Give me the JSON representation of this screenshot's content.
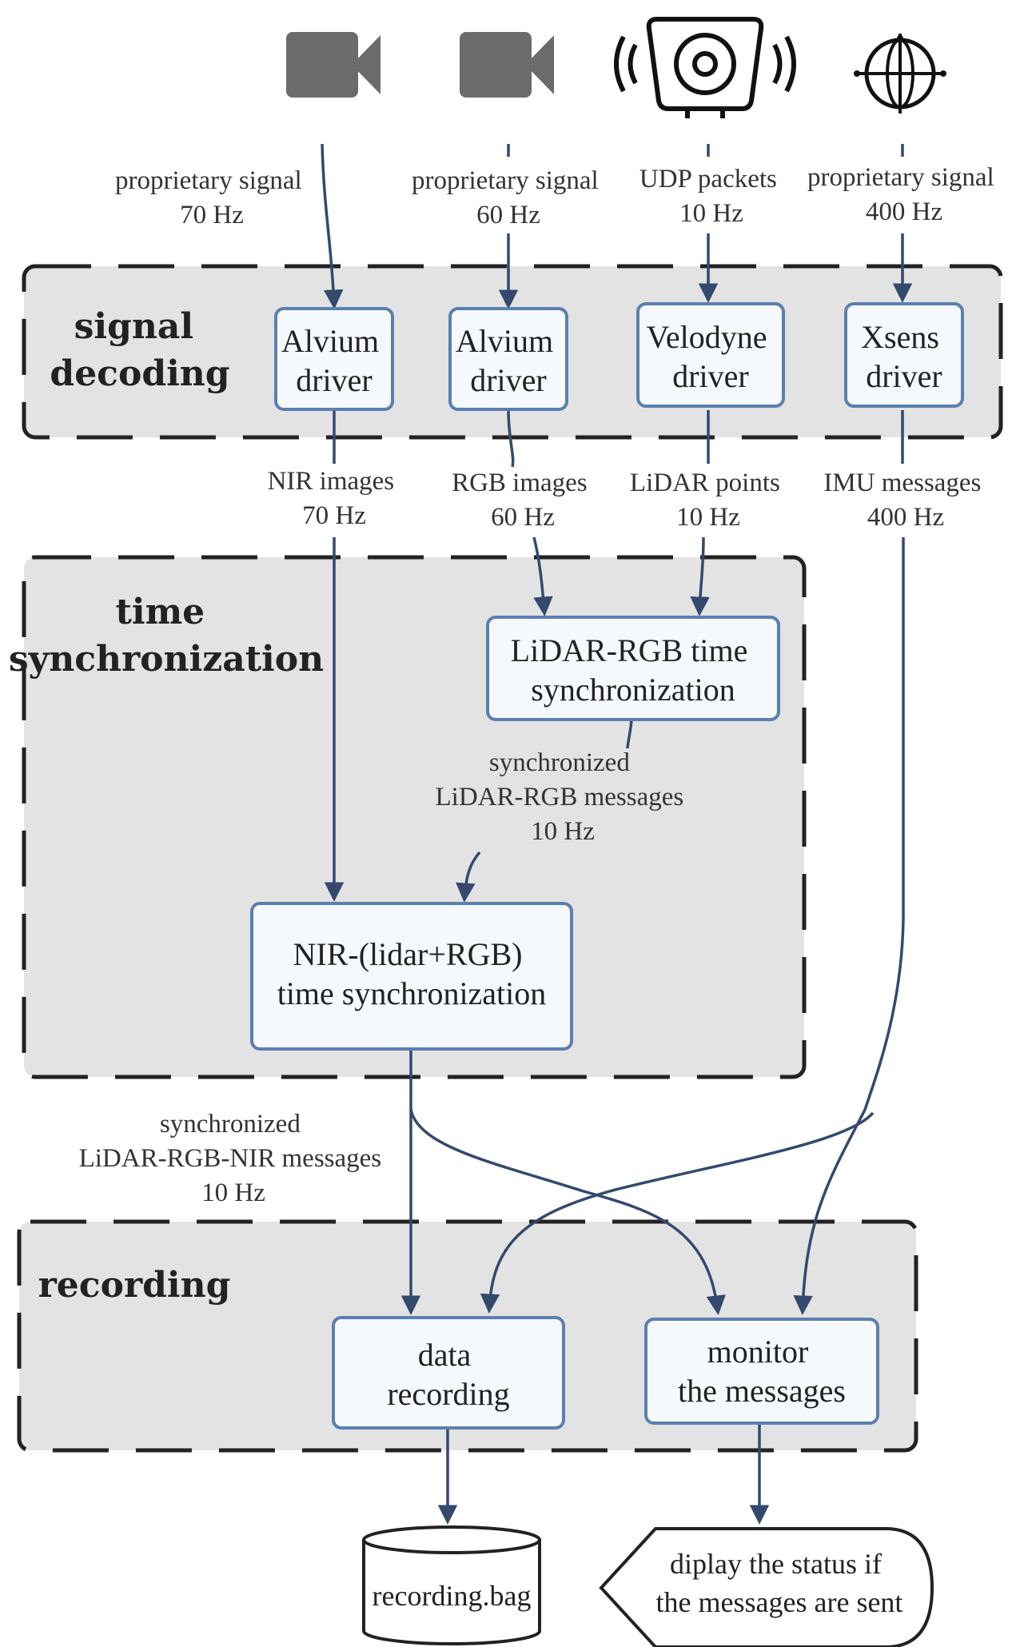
{
  "sensors": [
    {
      "icon": "video-camera-icon"
    },
    {
      "icon": "video-camera-icon"
    },
    {
      "icon": "lidar-sensor-icon"
    },
    {
      "icon": "imu-sensor-icon"
    }
  ],
  "stages": {
    "signal_decoding": {
      "title": [
        "signal",
        "decoding"
      ]
    },
    "time_synchronization": {
      "title": [
        "time",
        "synchronization"
      ]
    },
    "recording": {
      "title": [
        "recording"
      ]
    }
  },
  "nodes": {
    "alvium_driver_nir": [
      "Alvium",
      "driver"
    ],
    "alvium_driver_rgb": [
      "Alvium",
      "driver"
    ],
    "velodyne_driver": [
      "Velodyne",
      "driver"
    ],
    "xsens_driver": [
      "Xsens",
      "driver"
    ],
    "lidar_rgb_sync": [
      "LiDAR-RGB time",
      "synchronization"
    ],
    "nir_lidar_rgb_sync": [
      "NIR-(lidar+RGB)",
      "time synchronization"
    ],
    "data_recording": [
      "data",
      "recording"
    ],
    "monitor_messages": [
      "monitor",
      "the messages"
    ]
  },
  "edge_labels": {
    "cam1_signal": [
      "proprietary signal",
      "70 Hz"
    ],
    "cam2_signal": [
      "proprietary signal",
      "60 Hz"
    ],
    "lidar_signal": [
      "UDP packets",
      "10 Hz"
    ],
    "imu_signal": [
      "proprietary signal",
      "400 Hz"
    ],
    "nir_images": [
      "NIR images",
      "70 Hz"
    ],
    "rgb_images": [
      "RGB images",
      "60 Hz"
    ],
    "lidar_points": [
      "LiDAR points",
      "10 Hz"
    ],
    "imu_messages": [
      "IMU messages",
      "400 Hz"
    ],
    "sync_lidar_rgb": [
      "synchronized",
      "LiDAR-RGB messages",
      "10 Hz"
    ],
    "sync_lidar_rgb_nir": [
      "synchronized",
      "LiDAR-RGB-NIR messages",
      "10 Hz"
    ]
  },
  "outputs": {
    "bag_file": "recording.bag",
    "status_display": [
      "diplay the status if",
      "the messages are sent"
    ]
  },
  "colors": {
    "stage_fill": "#e3e3e3",
    "node_fill": "#f5f9fd",
    "node_stroke": "#5b7fb0",
    "edge": "#33496e"
  }
}
